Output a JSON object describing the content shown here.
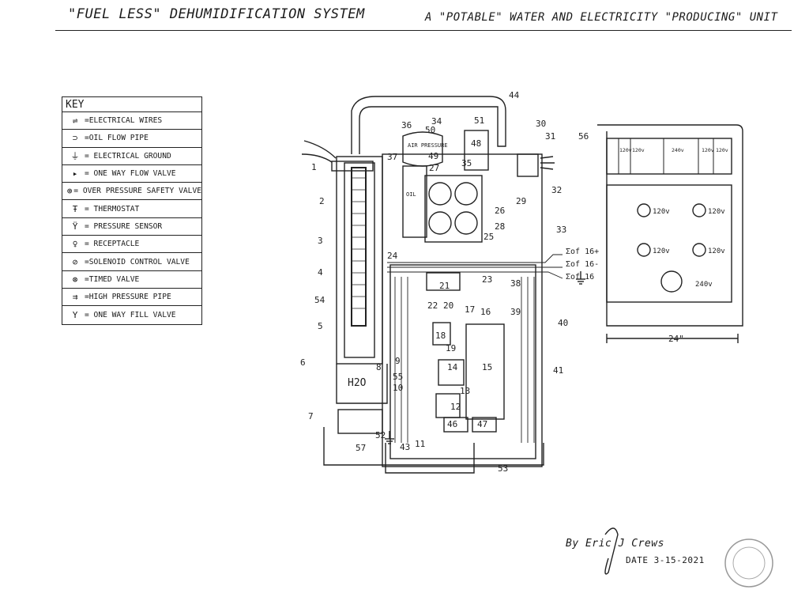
{
  "header": {
    "title_left": "\"FUEL LESS\" DEHUMIDIFICATION SYSTEM",
    "title_right": "A \"POTABLE\" WATER AND ELECTRICITY \"PRODUCING\" UNIT"
  },
  "key": {
    "heading": "KEY",
    "items": [
      {
        "icon": "wire-icon",
        "glyph": "⇌",
        "label": "=ELECTRICAL WIRES"
      },
      {
        "icon": "oil-pipe-icon",
        "glyph": "⊃",
        "label": "=OIL FLOW PIPE"
      },
      {
        "icon": "ground-icon",
        "glyph": "⏚",
        "label": "= ELECTRICAL GROUND"
      },
      {
        "icon": "one-way-valve-icon",
        "glyph": "▸",
        "label": "= ONE WAY FLOW VALVE"
      },
      {
        "icon": "safety-valve-icon",
        "glyph": "⊕",
        "label": "= OVER PRESSURE SAFETY VALVE"
      },
      {
        "icon": "thermostat-icon",
        "glyph": "Ŧ",
        "label": "= THERMOSTAT"
      },
      {
        "icon": "pressure-sensor-icon",
        "glyph": "Ÿ",
        "label": "= PRESSURE SENSOR"
      },
      {
        "icon": "receptacle-icon",
        "glyph": "♀",
        "label": "= RECEPTACLE"
      },
      {
        "icon": "solenoid-icon",
        "glyph": "⊘",
        "label": "=SOLENOID CONTROL VALVE"
      },
      {
        "icon": "timed-valve-icon",
        "glyph": "⊛",
        "label": "=TIMED VALVE"
      },
      {
        "icon": "high-pressure-pipe-icon",
        "glyph": "⇉",
        "label": "=HIGH PRESSURE PIPE"
      },
      {
        "icon": "fill-valve-icon",
        "glyph": "Y",
        "label": "= ONE WAY FILL VALVE"
      }
    ]
  },
  "diagram": {
    "labels": {
      "air_pressure": "AIR PRESSURE",
      "oil": "OIL",
      "h2o": "H2O",
      "sum_plus": "Σof 16+",
      "sum_minus": "Σof 16-",
      "sum_ground": "Σof 16"
    },
    "callouts": [
      "1",
      "2",
      "3",
      "4",
      "5",
      "6",
      "7",
      "8",
      "9",
      "10",
      "11",
      "12",
      "13",
      "14",
      "15",
      "16",
      "17",
      "18",
      "19",
      "20",
      "21",
      "22",
      "23",
      "24",
      "25",
      "26",
      "27",
      "28",
      "29",
      "30",
      "31",
      "32",
      "33",
      "34",
      "35",
      "36",
      "37",
      "38",
      "39",
      "40",
      "41",
      "43",
      "44",
      "46",
      "47",
      "48",
      "49",
      "50",
      "51",
      "52",
      "53",
      "54",
      "55",
      "56",
      "57"
    ]
  },
  "panel": {
    "breakers": [
      "120v",
      "120v",
      "240v",
      "120v",
      "120v"
    ],
    "outlets": [
      "120v",
      "120v",
      "120v",
      "120v",
      "240v"
    ],
    "width_label": "24\""
  },
  "signature": {
    "by": "By",
    "name": "Eric J Crews",
    "date": "DATE 3-15-2021"
  }
}
